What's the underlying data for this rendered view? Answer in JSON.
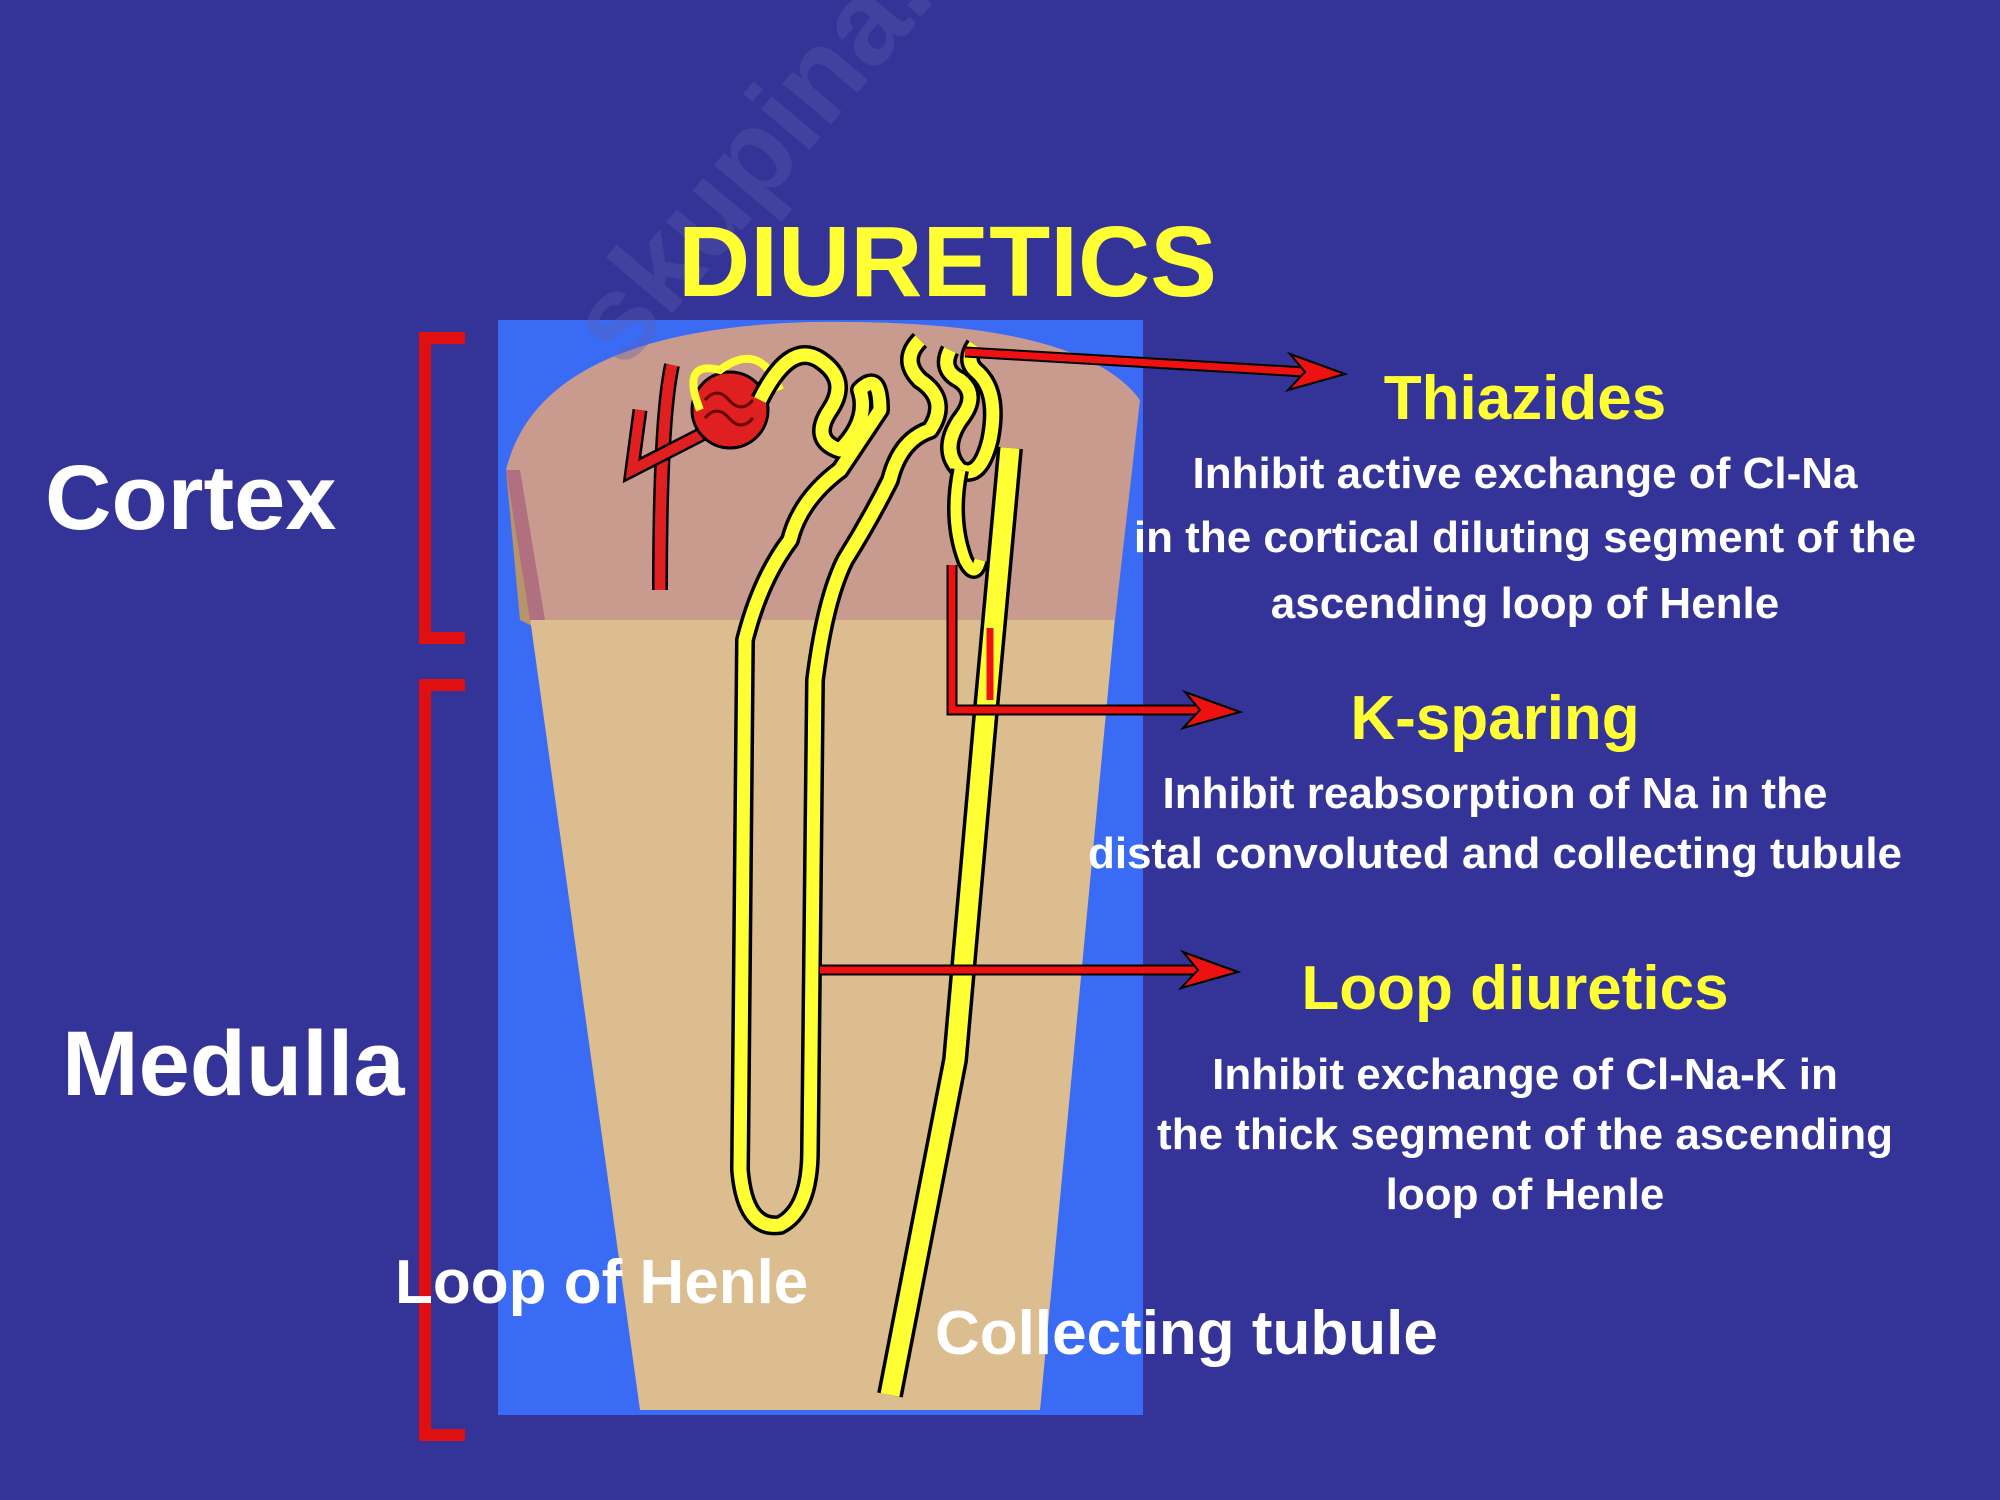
{
  "title": "DIURETICS",
  "watermark": "skupina.net",
  "regions": {
    "cortex": "Cortex",
    "medulla": "Medulla"
  },
  "structures": {
    "loop_of_henle": "Loop of Henle",
    "collecting_tubule": "Collecting tubule"
  },
  "drugs": [
    {
      "name": "Thiazides",
      "lines": [
        "Inhibit active exchange of Cl-Na",
        "in the cortical diluting segment of the",
        "ascending loop of Henle"
      ]
    },
    {
      "name": "K-sparing",
      "lines": [
        "Inhibit reabsorption of Na in the",
        "distal convoluted and collecting tubule"
      ]
    },
    {
      "name": "Loop diuretics",
      "lines": [
        "Inhibit exchange of Cl-Na-K in",
        "the thick segment of the ascending",
        "loop of Henle"
      ]
    }
  ],
  "colors": {
    "background": "#343398",
    "title": "#ffff33",
    "panel": "#3366ff",
    "cortex": "#c99a8e",
    "medulla": "#d9bc8e",
    "tubule": "#ffff33",
    "vessel": "#e02020",
    "arrow": "#ee1111"
  }
}
